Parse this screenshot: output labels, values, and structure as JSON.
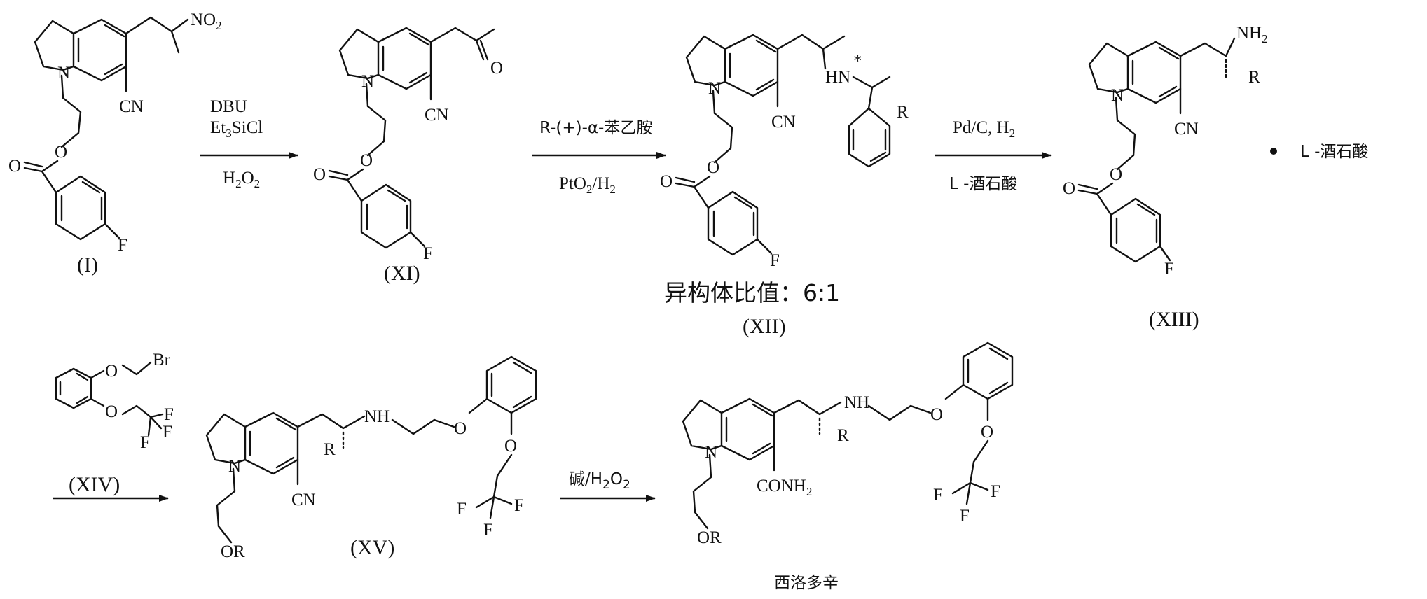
{
  "molecules": {
    "I": {
      "id": "(I)",
      "atoms": {
        "nitro": "NO",
        "nitro_sub": "2",
        "n": "N",
        "cn": "CN",
        "o": "O",
        "o2": "O",
        "f": "F"
      }
    },
    "XI": {
      "id": "(XI)",
      "atoms": {
        "n": "N",
        "cn": "CN",
        "o_ketone": "O",
        "o": "O",
        "o2": "O",
        "f": "F"
      }
    },
    "XII": {
      "id": "(XII)",
      "atoms": {
        "n": "N",
        "cn": "CN",
        "hn": "HN",
        "star": "*",
        "r": "R",
        "o": "O",
        "o2": "O",
        "f": "F"
      },
      "isomer_ratio": "异构体比值：6:1"
    },
    "XIII": {
      "id": "(XIII)",
      "atoms": {
        "nh": "NH",
        "nh_sub": "2",
        "r": "R",
        "n": "N",
        "cn": "CN",
        "o": "O",
        "o2": "O",
        "f": "F"
      },
      "salt": "L -酒石酸"
    },
    "XIV": {
      "id": "(XIV)",
      "atoms": {
        "o1": "O",
        "o2": "O",
        "br": "Br",
        "f1": "F",
        "f2": "F",
        "f3": "F"
      }
    },
    "XV": {
      "id": "(XV)",
      "atoms": {
        "n": "N",
        "cn": "CN",
        "r": "R",
        "nh": "NH",
        "or": "OR",
        "o1": "O",
        "o2": "O",
        "f1": "F",
        "f2": "F",
        "f3": "F"
      }
    },
    "product": {
      "name": "西洛多辛",
      "atoms": {
        "n": "N",
        "conh": "CONH",
        "conh_sub": "2",
        "r": "R",
        "nh": "NH",
        "or": "OR",
        "o1": "O",
        "o2": "O",
        "f1": "F",
        "f2": "F",
        "f3": "F"
      }
    }
  },
  "arrows": {
    "a1": {
      "top1": "DBU",
      "top2_a": "Et",
      "top2_sub": "3",
      "top2_b": "SiCl",
      "bottom_a": "H",
      "bottom_sub1": "2",
      "bottom_b": "O",
      "bottom_sub2": "2"
    },
    "a2": {
      "top": "R-(+)-α-苯乙胺",
      "bottom_a": "PtO",
      "bottom_sub1": "2",
      "bottom_b": "/H",
      "bottom_sub2": "2"
    },
    "a3": {
      "top_a": "Pd/C, H",
      "top_sub": "2",
      "bottom": "L -酒石酸"
    },
    "a4": {
      "label": "(XIV)"
    },
    "a5": {
      "top_a": "碱/H",
      "top_sub1": "2",
      "top_b": "O",
      "top_sub2": "2"
    }
  }
}
